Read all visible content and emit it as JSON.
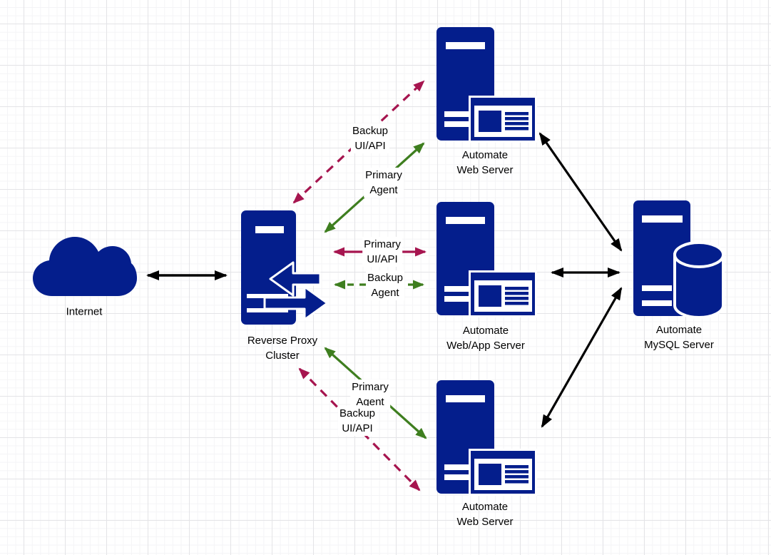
{
  "colors": {
    "node_fill": "#041E8C",
    "edge_black": "#000000",
    "edge_crimson": "#A6154F",
    "edge_green": "#3E7E1F",
    "grid_minor": "#f4f4f6",
    "grid_major": "#e4e4e7",
    "background": "#ffffff",
    "label_text": "#000000"
  },
  "nodes": [
    {
      "id": "internet",
      "icon": "cloud-icon",
      "label": [
        "Internet"
      ]
    },
    {
      "id": "reverse-proxy-cluster",
      "icon": "proxy-server-icon",
      "label": [
        "Reverse Proxy",
        "Cluster"
      ]
    },
    {
      "id": "automate-web-server-top",
      "icon": "web-server-icon",
      "label": [
        "Automate",
        "Web Server"
      ]
    },
    {
      "id": "automate-web-app-server",
      "icon": "web-server-icon",
      "label": [
        "Automate",
        "Web/App Server"
      ]
    },
    {
      "id": "automate-web-server-bottom",
      "icon": "web-server-icon",
      "label": [
        "Automate",
        "Web Server"
      ]
    },
    {
      "id": "automate-mysql-server",
      "icon": "database-server-icon",
      "label": [
        "Automate",
        "MySQL Server"
      ]
    }
  ],
  "edges": [
    {
      "id": "internet-to-reverse-proxy",
      "from": "internet",
      "to": "reverse-proxy-cluster",
      "style": "solid",
      "color": "black",
      "label": []
    },
    {
      "id": "proxy-to-web-top-backup-ui-api",
      "from": "reverse-proxy-cluster",
      "to": "automate-web-server-top",
      "style": "dashed",
      "color": "crimson",
      "label": [
        "Backup",
        "UI/API"
      ]
    },
    {
      "id": "proxy-to-web-top-primary-agent",
      "from": "reverse-proxy-cluster",
      "to": "automate-web-server-top",
      "style": "solid",
      "color": "green",
      "label": [
        "Primary",
        "Agent"
      ]
    },
    {
      "id": "proxy-to-web-app-primary-ui-api",
      "from": "reverse-proxy-cluster",
      "to": "automate-web-app-server",
      "style": "solid",
      "color": "crimson",
      "label": [
        "Primary",
        "UI/API"
      ]
    },
    {
      "id": "proxy-to-web-app-backup-agent",
      "from": "reverse-proxy-cluster",
      "to": "automate-web-app-server",
      "style": "dashed",
      "color": "green",
      "label": [
        "Backup",
        "Agent"
      ]
    },
    {
      "id": "proxy-to-web-bottom-primary-agent",
      "from": "reverse-proxy-cluster",
      "to": "automate-web-server-bottom",
      "style": "solid",
      "color": "green",
      "label": [
        "Primary",
        "Agent"
      ]
    },
    {
      "id": "proxy-to-web-bottom-backup-ui-api",
      "from": "reverse-proxy-cluster",
      "to": "automate-web-server-bottom",
      "style": "dashed",
      "color": "crimson",
      "label": [
        "Backup",
        "UI/API"
      ]
    },
    {
      "id": "web-top-to-mysql",
      "from": "automate-web-server-top",
      "to": "automate-mysql-server",
      "style": "solid",
      "color": "black",
      "label": []
    },
    {
      "id": "web-app-to-mysql",
      "from": "automate-web-app-server",
      "to": "automate-mysql-server",
      "style": "solid",
      "color": "black",
      "label": []
    },
    {
      "id": "web-bottom-to-mysql",
      "from": "automate-web-server-bottom",
      "to": "automate-mysql-server",
      "style": "solid",
      "color": "black",
      "label": []
    }
  ]
}
